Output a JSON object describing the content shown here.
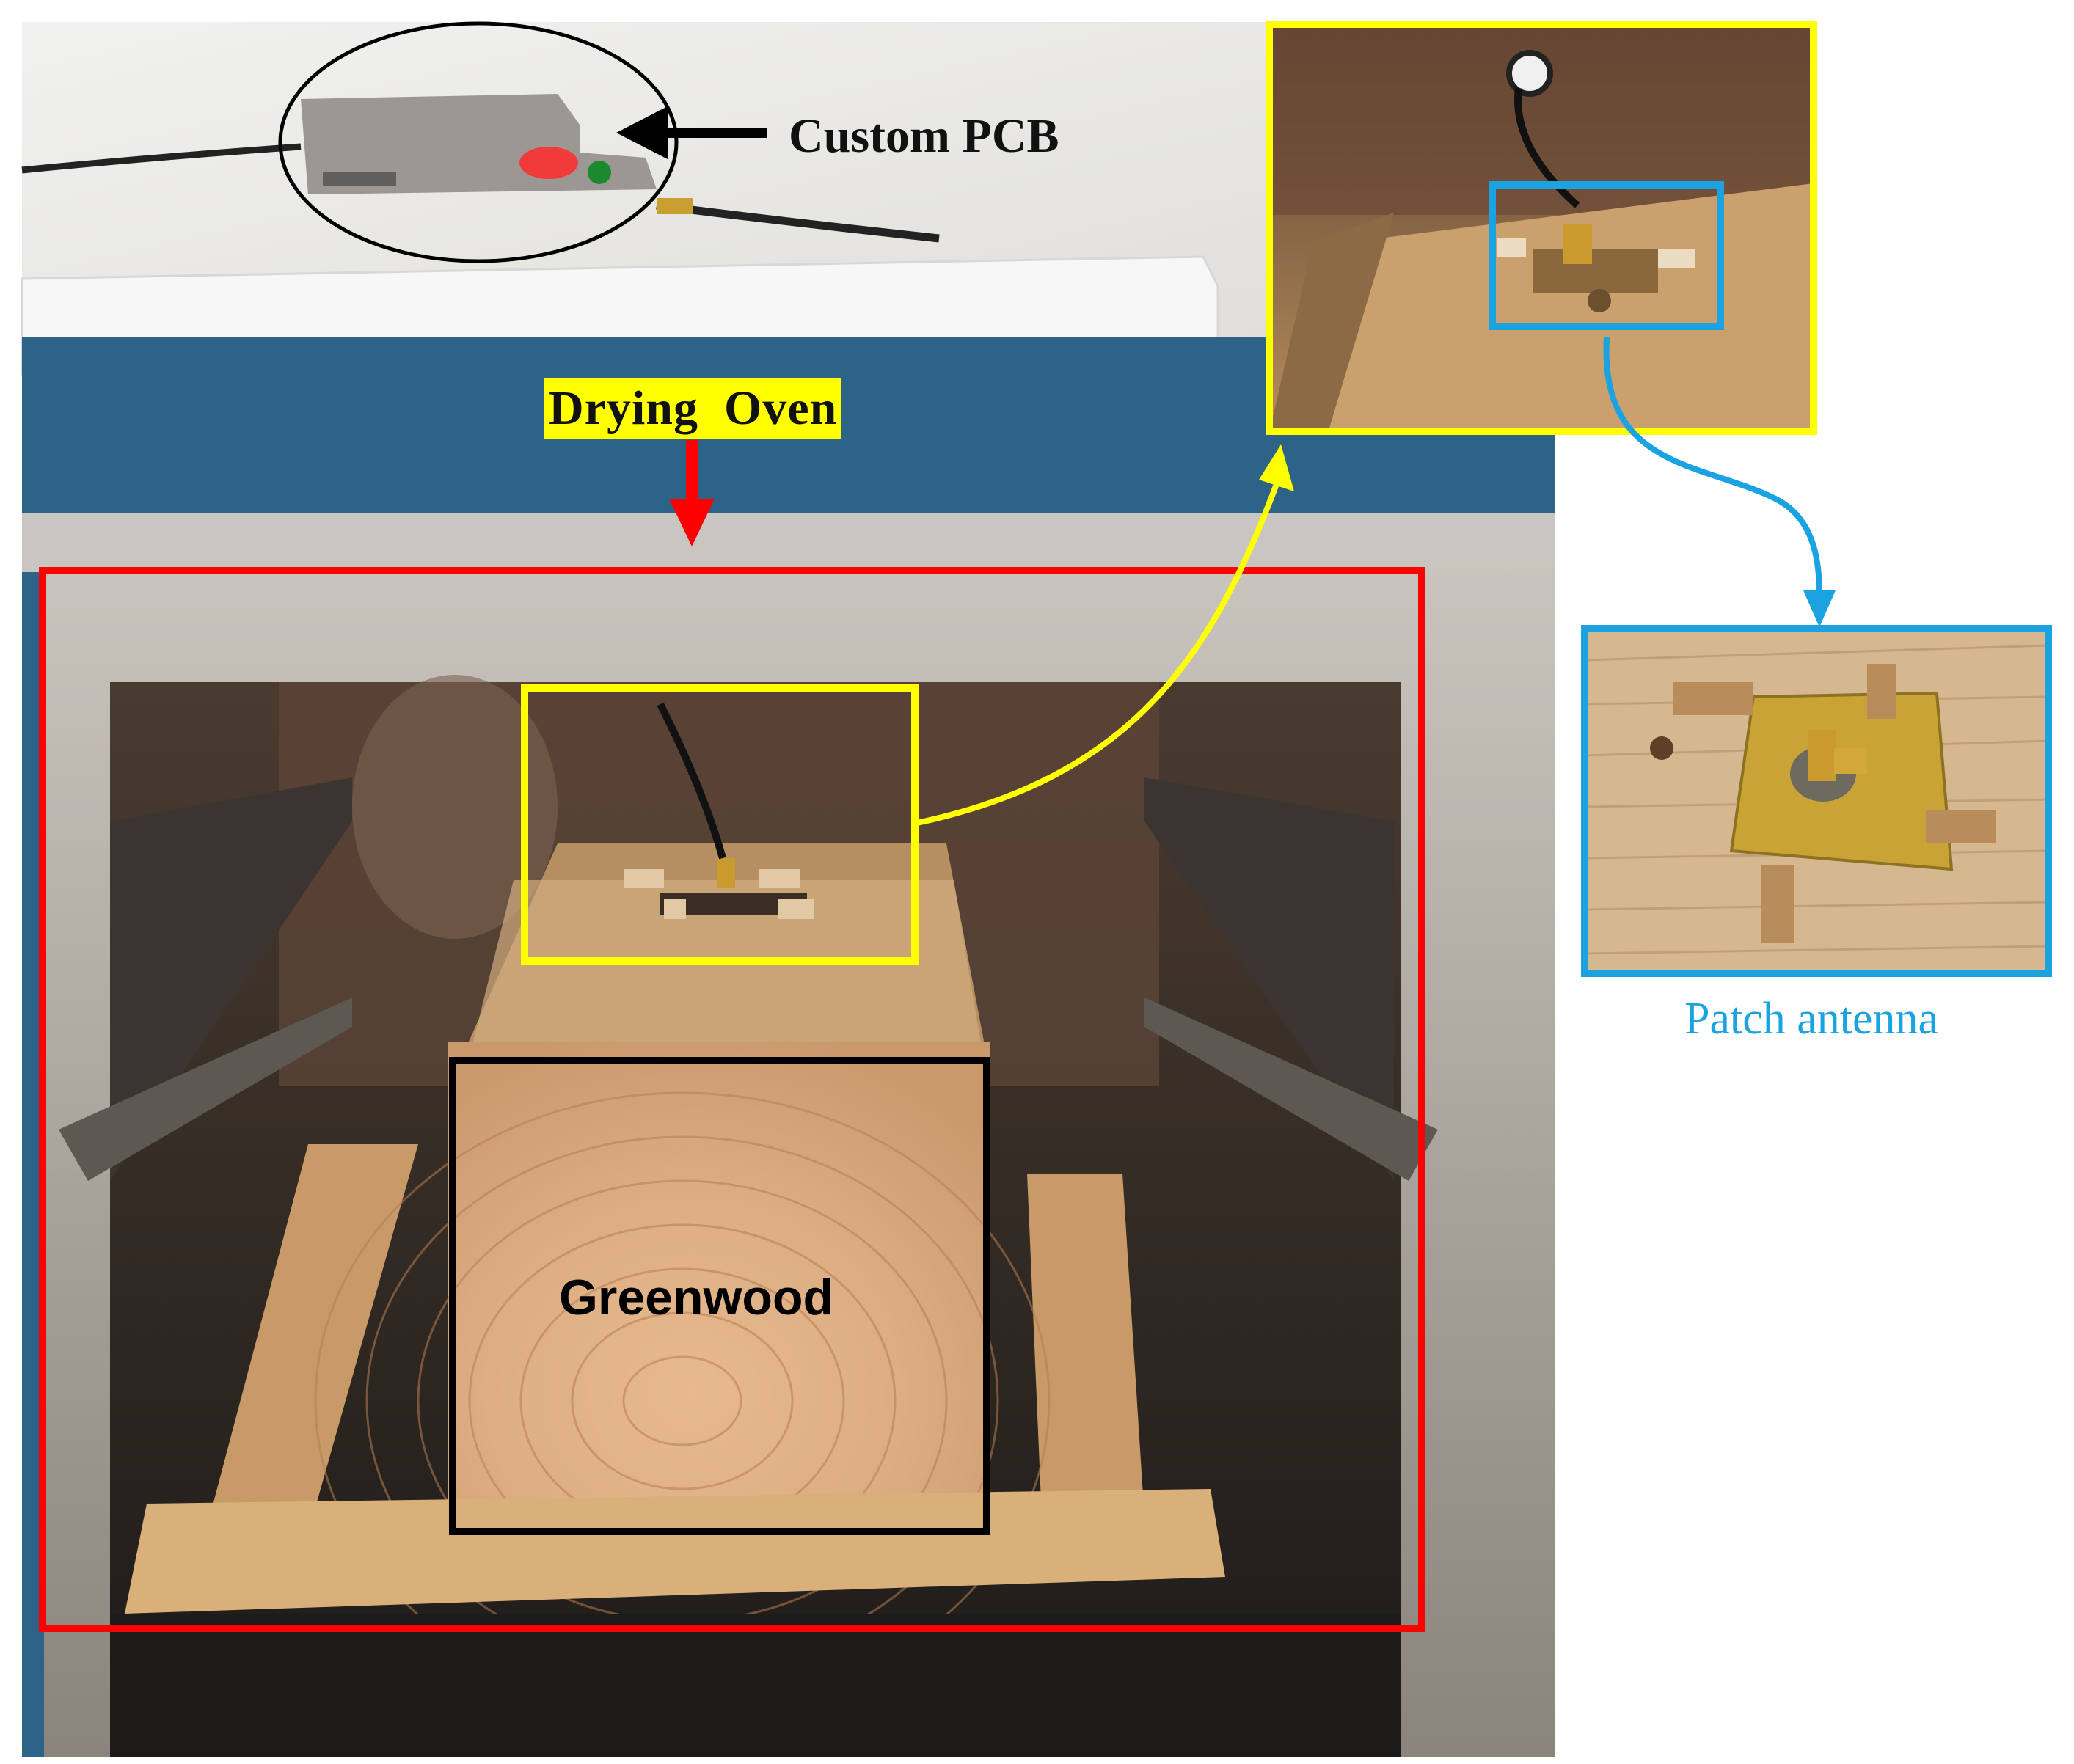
{
  "labels": {
    "custom_pcb": "Custom PCB",
    "drying_oven": "Drying  Oven",
    "greenwood": "Greenwood",
    "patch_antenna": "Patch antenna"
  },
  "colors": {
    "oven_frame": "#ff0000",
    "inset_highlight": "#ffff00",
    "antenna_highlight": "#1aa3e0",
    "greenwood_box": "#000000",
    "oven_body": "#2c6386",
    "wood": "#d8b384"
  }
}
